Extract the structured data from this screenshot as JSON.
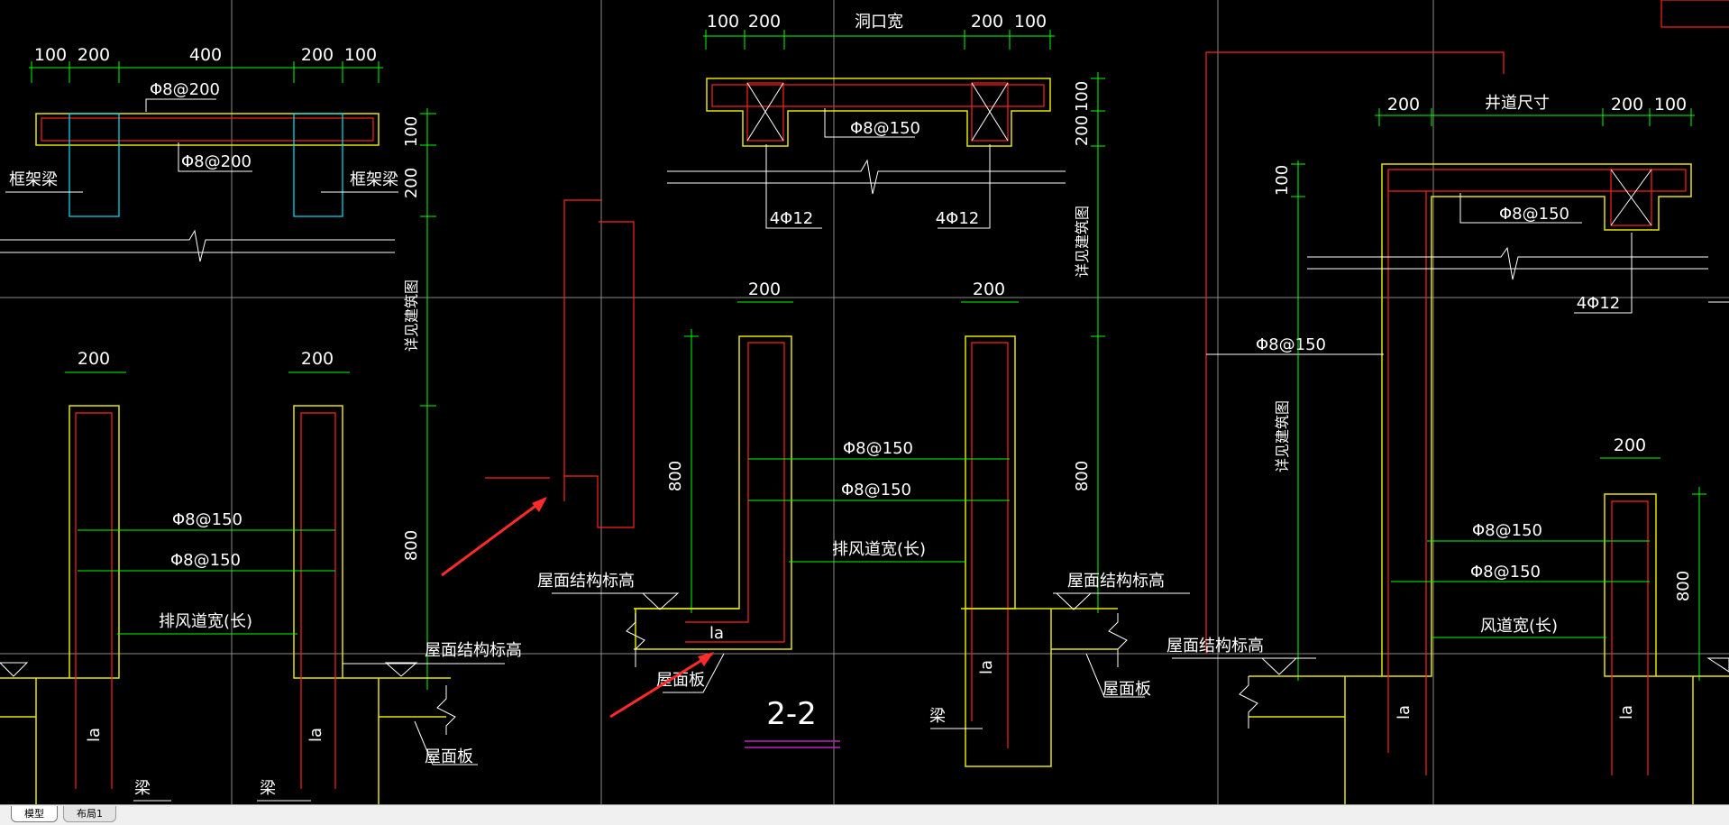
{
  "drawing": {
    "labels": {
      "d100": "100",
      "d200": "200",
      "d400": "400",
      "d800": "800",
      "rebar_200": "Φ8@200",
      "rebar_150": "Φ8@150",
      "rebar_4_12": "4Φ12",
      "frame_beam": "框架梁",
      "opening_width": "洞口宽",
      "shaft_size": "井道尺寸",
      "see_arch": "详见建筑图",
      "exhaust_width": "排风道宽(长)",
      "duct_width": "风道宽(长)",
      "roof_struct_elev": "屋面结构标高",
      "roof_slab": "屋面板",
      "beam": "梁",
      "anchor_la": "la",
      "section": "2-2"
    }
  },
  "tabs": {
    "model": "模型",
    "layout1": "布局1"
  },
  "colors": {
    "background": "#000000",
    "outline": "#e6e600",
    "rebar": "#ff2020",
    "dimension": "#00ff00",
    "text": "#ffffff",
    "grid": "#8a8a8a",
    "cyan": "#00e5ff",
    "section_line": "#c020c0",
    "arrow": "#ff2a2a"
  }
}
